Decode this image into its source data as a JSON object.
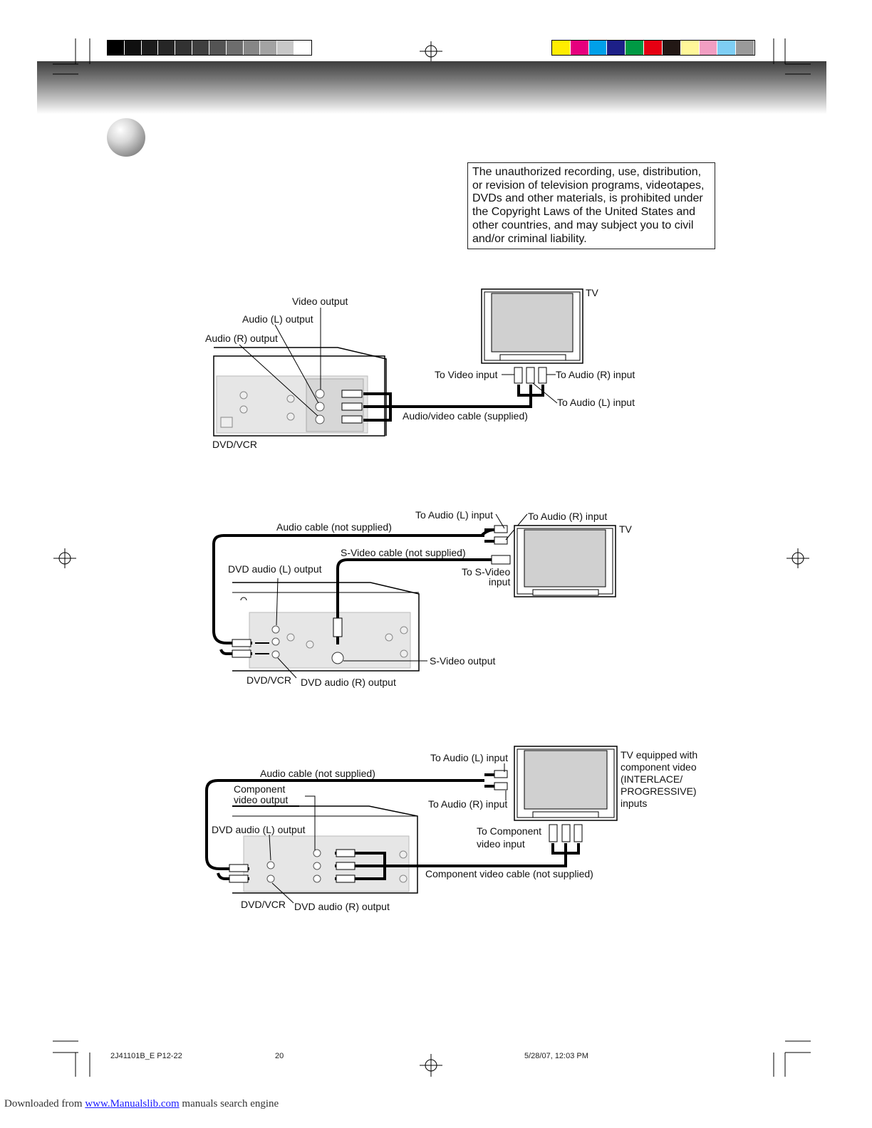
{
  "colors": {
    "grayscale_swatches": [
      "#000000",
      "#101010",
      "#1c1c1c",
      "#262626",
      "#323232",
      "#3f3f3f",
      "#545454",
      "#6d6d6d",
      "#868686",
      "#a3a3a3",
      "#c8c8c8",
      "#ffffff"
    ],
    "color_swatches": [
      "#ffec00",
      "#e6007e",
      "#00a0e9",
      "#1d2088",
      "#009944",
      "#e60012",
      "#231815",
      "#fff799",
      "#f19ec2",
      "#7ecef4",
      "#9a9a9a"
    ]
  },
  "notice": {
    "text": "The unauthorized recording, use, distribution, or revision of television programs, videotapes, DVDs and other materials, is prohibited under the Copyright Laws of the United States and other countries, and may subject you to civil and/or criminal liability."
  },
  "diagram1": {
    "video_output": "Video output",
    "audio_l_output": "Audio (L) output",
    "audio_r_output": "Audio (R) output",
    "tv": "TV",
    "to_video_input": "To Video input",
    "to_audio_r_input": "To Audio (R) input",
    "to_audio_l_input": "To Audio (L) input",
    "cable": "Audio/video cable (supplied)",
    "device": "DVD/VCR"
  },
  "diagram2": {
    "to_audio_l_input": "To Audio (L) input",
    "to_audio_r_input": "To Audio (R) input",
    "tv": "TV",
    "audio_cable": "Audio cable (not supplied)",
    "svideo_cable": "S-Video cable (not supplied)",
    "dvd_audio_l_output": "DVD audio (L) output",
    "to_svideo_input_1": "To S-Video",
    "to_svideo_input_2": "input",
    "svideo_output": "S-Video output",
    "device": "DVD/VCR",
    "dvd_audio_r_output": "DVD audio (R) output"
  },
  "diagram3": {
    "to_audio_l_input": "To Audio (L) input",
    "tv_desc_1": "TV equipped with",
    "tv_desc_2": "component video",
    "tv_desc_3": "(INTERLACE/",
    "tv_desc_4": "PROGRESSIVE)",
    "tv_desc_5": "inputs",
    "audio_cable": "Audio cable (not supplied)",
    "component_output_1": "Component",
    "component_output_2": "video output",
    "to_audio_r_input": "To Audio (R) input",
    "dvd_audio_l_output": "DVD audio (L) output",
    "to_component_1": "To Component",
    "to_component_2": "video input",
    "component_cable": "Component video cable (not supplied)",
    "device": "DVD/VCR",
    "dvd_audio_r_output": "DVD audio (R) output"
  },
  "footer": {
    "code": "2J41101B_E P12-22",
    "page": "20",
    "date": "5/28/07, 12:03 PM",
    "downloaded_prefix": "Downloaded from",
    "link": "www.Manualslib.com",
    "suffix": "manuals search engine"
  }
}
